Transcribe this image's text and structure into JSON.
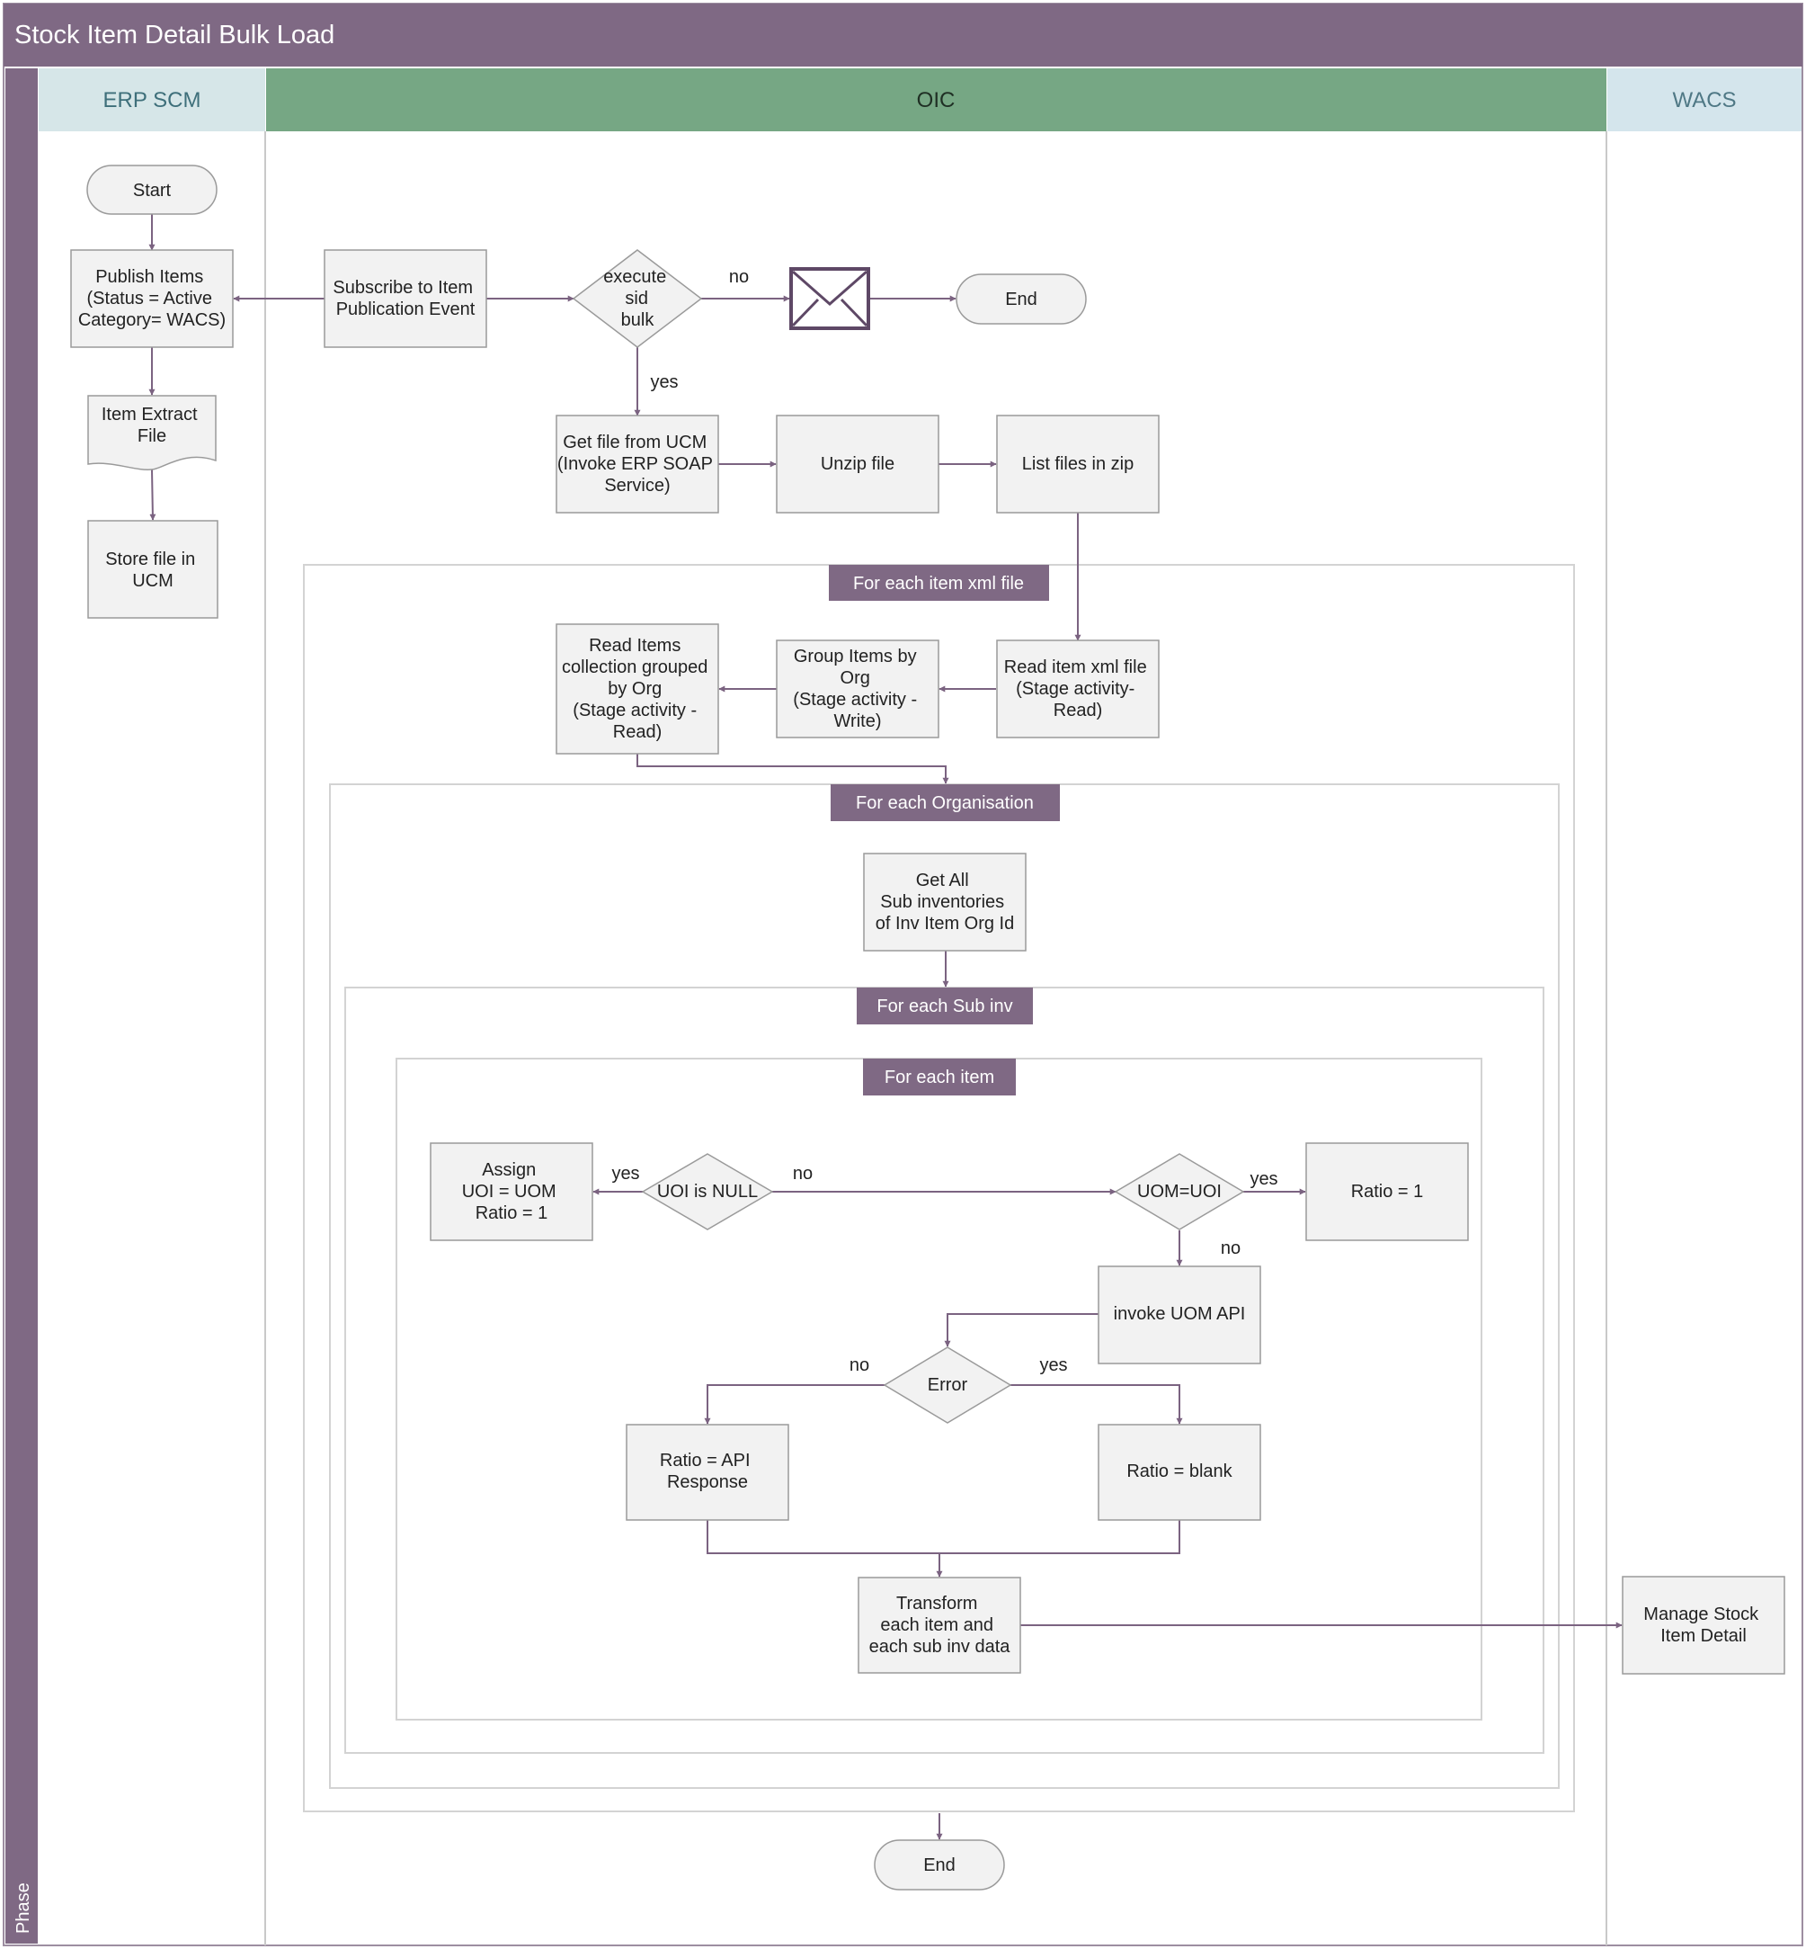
{
  "title": "Stock Item Detail Bulk Load",
  "phase_label": "Phase",
  "lanes": {
    "erp": "ERP SCM",
    "oic": "OIC",
    "wacs": "WACS"
  },
  "colors": {
    "header": "#7f6984",
    "erp_header": "#d6e6e8",
    "oic_header": "#76a784",
    "wacs_header": "#d4e5ec",
    "process_fill": "#f2f2f2",
    "connector": "#7b6381",
    "loop_label_fill": "#7f6984"
  },
  "nodes": {
    "start": "Start",
    "publish": [
      "Publish Items",
      "(Status = Active",
      "Category= WACS)"
    ],
    "extract": [
      "Item Extract",
      "File"
    ],
    "store": [
      "Store file in",
      "UCM"
    ],
    "subscribe": [
      "Subscribe to Item",
      "Publication Event"
    ],
    "execute": [
      "execute",
      "sid",
      "bulk"
    ],
    "mail": "envelope-icon",
    "end_top": "End",
    "getfile": [
      "Get file from UCM",
      "(Invoke ERP SOAP",
      "Service)"
    ],
    "unzip": "Unzip file",
    "list": "List files in zip",
    "readxml": [
      "Read item xml file",
      "(Stage activity-",
      "Read)"
    ],
    "group": [
      "Group Items by",
      "Org",
      "(Stage activity -",
      "Write)"
    ],
    "readcoll": [
      "Read Items",
      "collection grouped",
      "by Org",
      "(Stage activity -",
      "Read)"
    ],
    "getall": [
      "Get All",
      "Sub inventories",
      "of Inv Item Org Id"
    ],
    "assign": [
      "Assign",
      "UOI = UOM",
      "Ratio = 1"
    ],
    "uoinull": "UOI is NULL",
    "uomuoi": "UOM=UOI",
    "ratio1": "Ratio = 1",
    "invoke": "invoke UOM API",
    "error": "Error",
    "ratioapi": [
      "Ratio = API",
      "Response"
    ],
    "ratioblank": "Ratio = blank",
    "transform": [
      "Transform",
      "each item and",
      "each sub inv data"
    ],
    "manage": [
      "Manage Stock",
      "Item Detail"
    ],
    "end_bottom": "End"
  },
  "loops": {
    "xml": "For each item xml file",
    "org": "For each Organisation",
    "subinv": "For each Sub inv",
    "item": "For each item"
  },
  "edge_labels": {
    "no_exec": "no",
    "yes_exec": "yes",
    "yes_assign": "yes",
    "no_uoi": "no",
    "yes_ratio": "yes",
    "no_invoke": "no",
    "no_error": "no",
    "yes_error": "yes"
  }
}
